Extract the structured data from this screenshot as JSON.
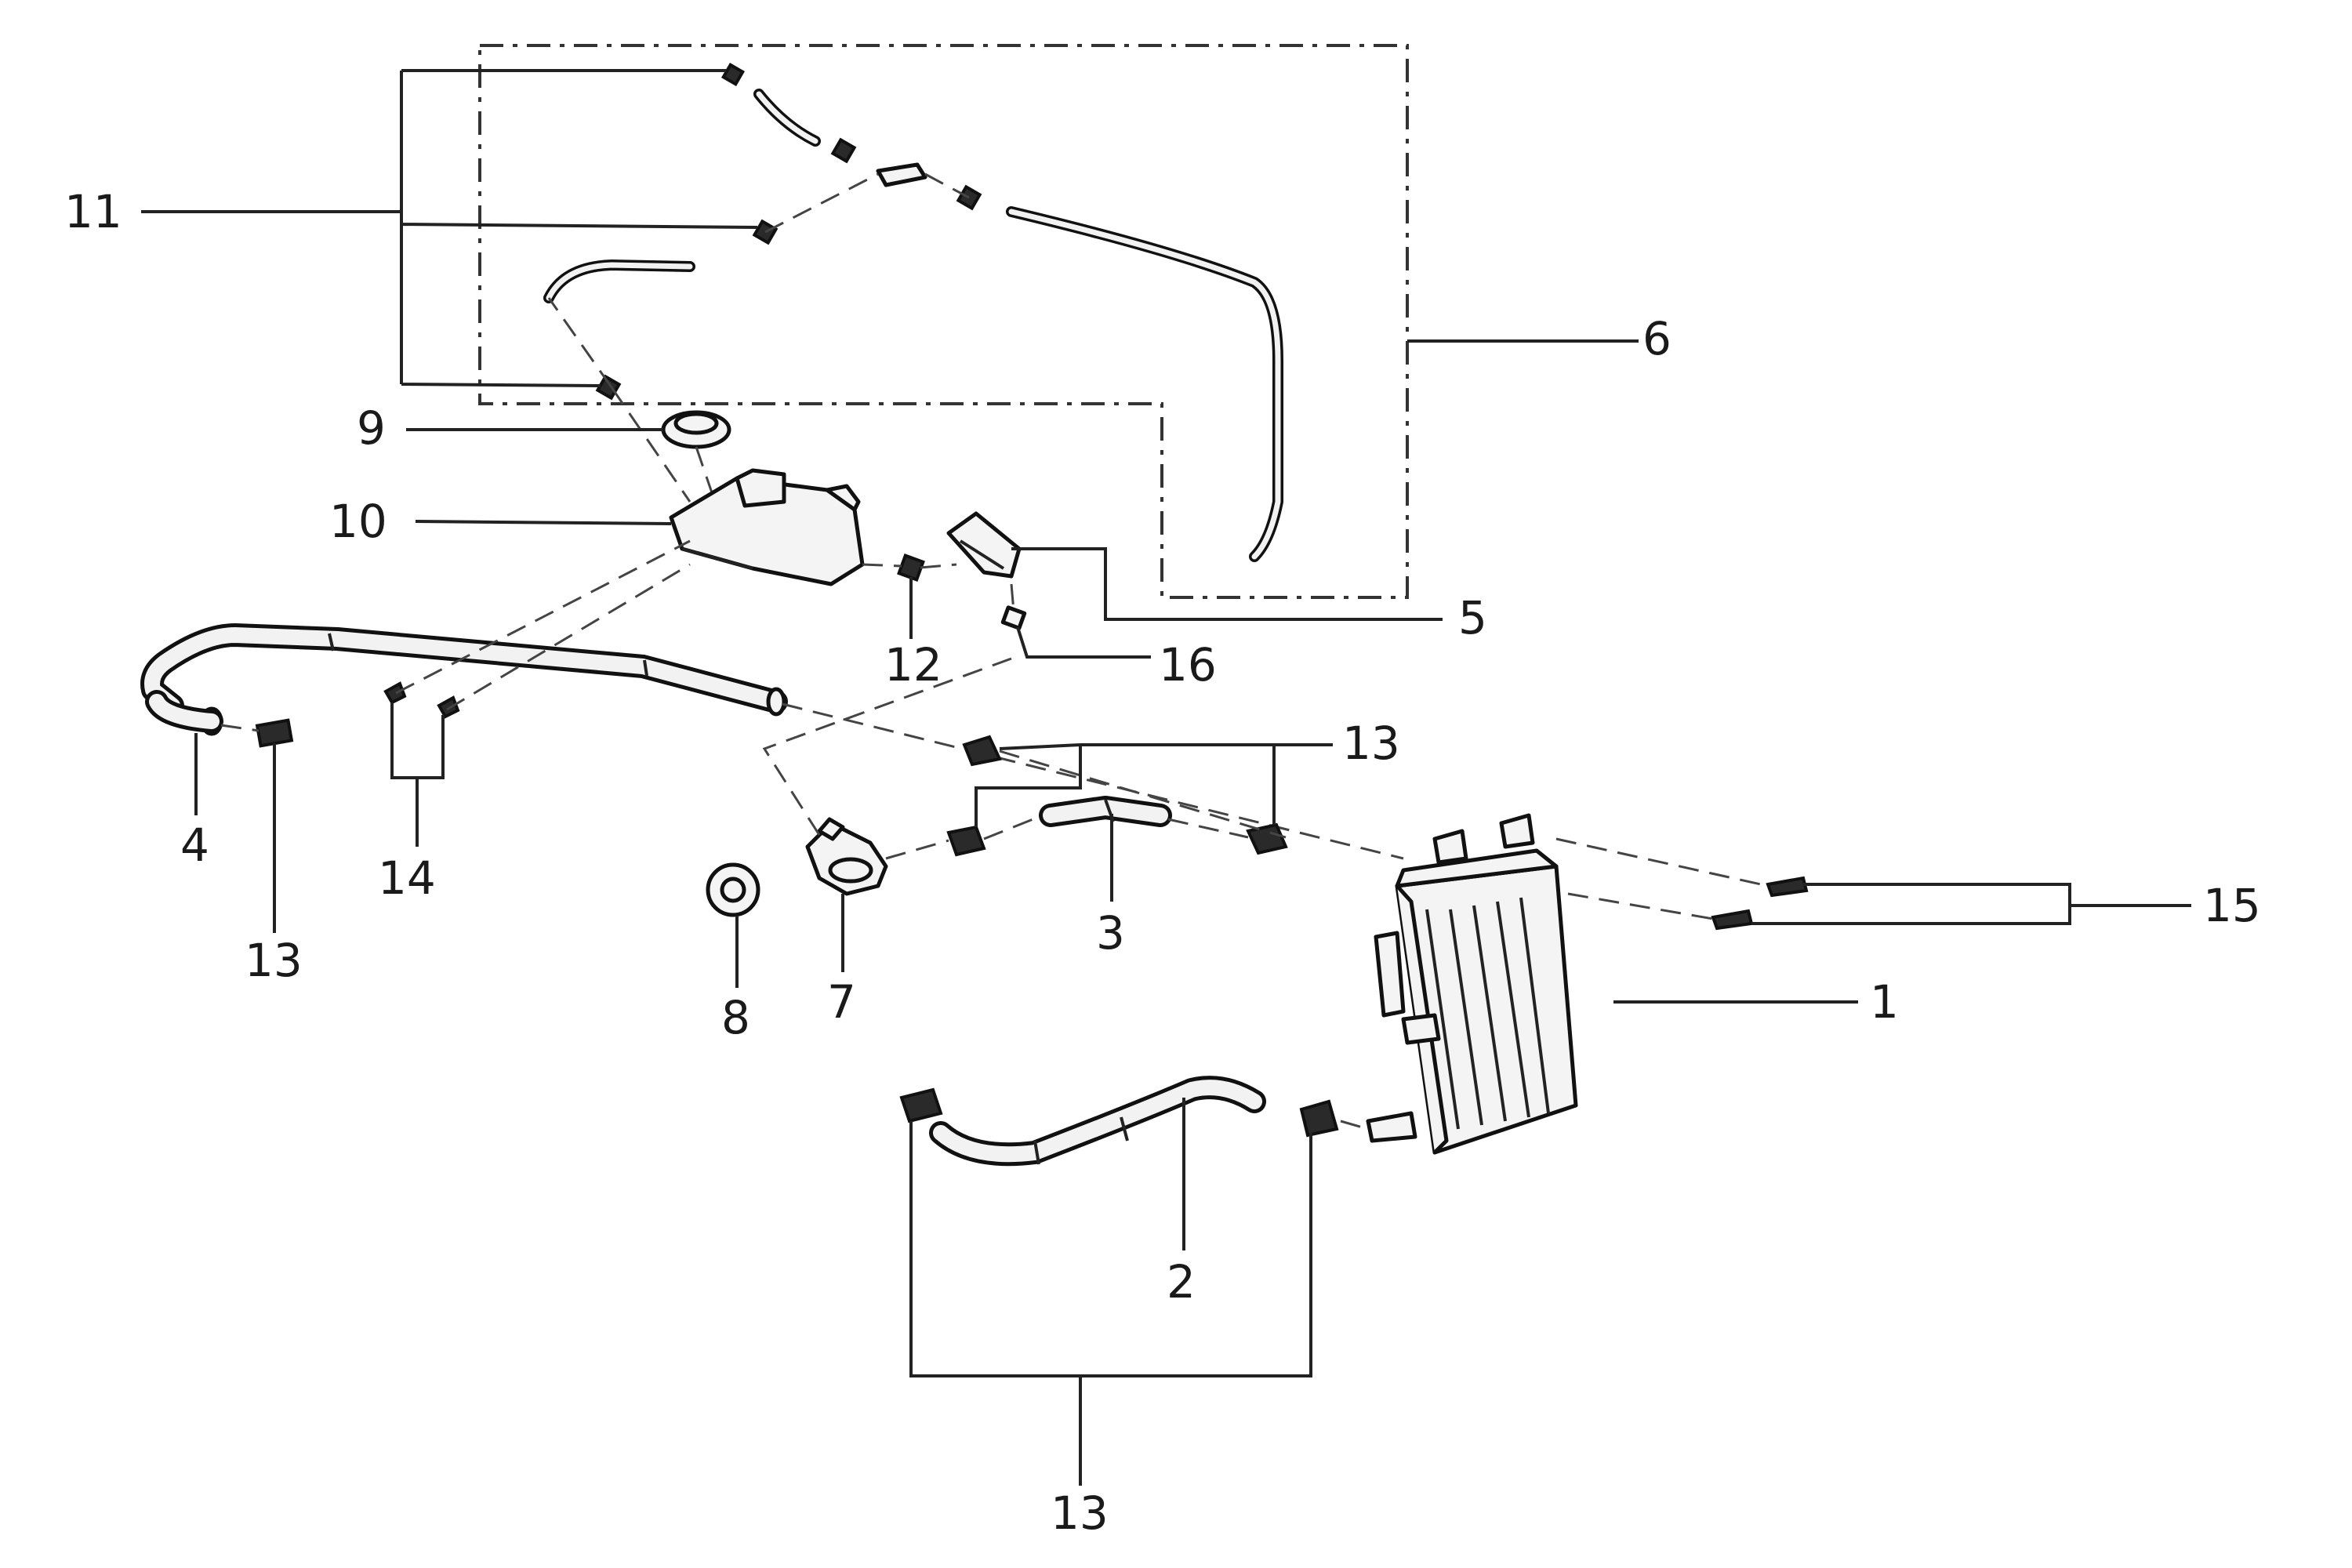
{
  "callouts": {
    "c1": "1",
    "c2": "2",
    "c3": "3",
    "c4": "4",
    "c5": "5",
    "c6": "6",
    "c7": "7",
    "c8": "8",
    "c9": "9",
    "c10": "10",
    "c11": "11",
    "c12": "12",
    "c13a": "13",
    "c13b": "13",
    "c13c": "13",
    "c14": "14",
    "c15": "15",
    "c16": "16"
  }
}
